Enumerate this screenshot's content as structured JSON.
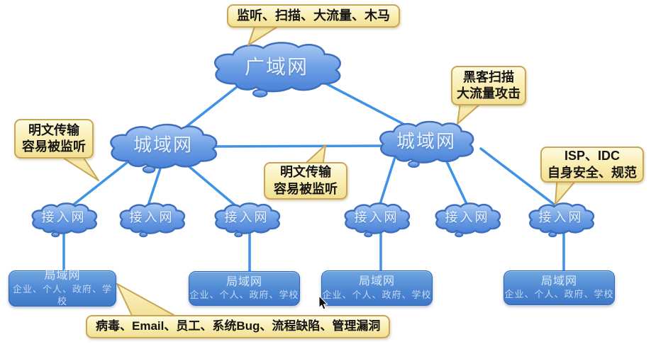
{
  "nodes": {
    "wan": {
      "label": "广域网"
    },
    "man_left": {
      "label": "城域网"
    },
    "man_right": {
      "label": "城域网"
    },
    "access": [
      {
        "label": "接入网"
      },
      {
        "label": "接入网"
      },
      {
        "label": "接入网"
      },
      {
        "label": "接入网"
      },
      {
        "label": "接入网"
      },
      {
        "label": "接入网"
      }
    ],
    "lan": [
      {
        "title": "局域网",
        "subtitle": "企业、个人、政府、学校"
      },
      {
        "title": "局域网",
        "subtitle": "企业、个人、政府、学校"
      },
      {
        "title": "局域网",
        "subtitle": "企业、个人、政府、学校"
      },
      {
        "title": "局域网",
        "subtitle": "企业、个人、政府、学校"
      }
    ]
  },
  "callouts": {
    "wan_threats": {
      "text": "监听、扫描、大流量、木马"
    },
    "hacker": {
      "text": "黑客扫描\n大流量攻击"
    },
    "plaintext_left": {
      "text": "明文传输\n容易被监听"
    },
    "plaintext_mid": {
      "text": "明文传输\n容易被监听"
    },
    "isp": {
      "text": "ISP、IDC\n自身安全、规范"
    },
    "lan_threats": {
      "text": "病毒、Email、员工、系统Bug、流程缺陷、管理漏洞"
    }
  },
  "colors": {
    "line": "#3F92E6",
    "cloud_fill_top": "#ABCAF2",
    "cloud_fill_bottom": "#4A82D6",
    "cloud_stroke": "#3D6FBE",
    "callout_fill": "#F9EDAE",
    "callout_border": "#C9A556",
    "lan_box_top": "#6FA6E0",
    "lan_box_bottom": "#3E78C8"
  }
}
